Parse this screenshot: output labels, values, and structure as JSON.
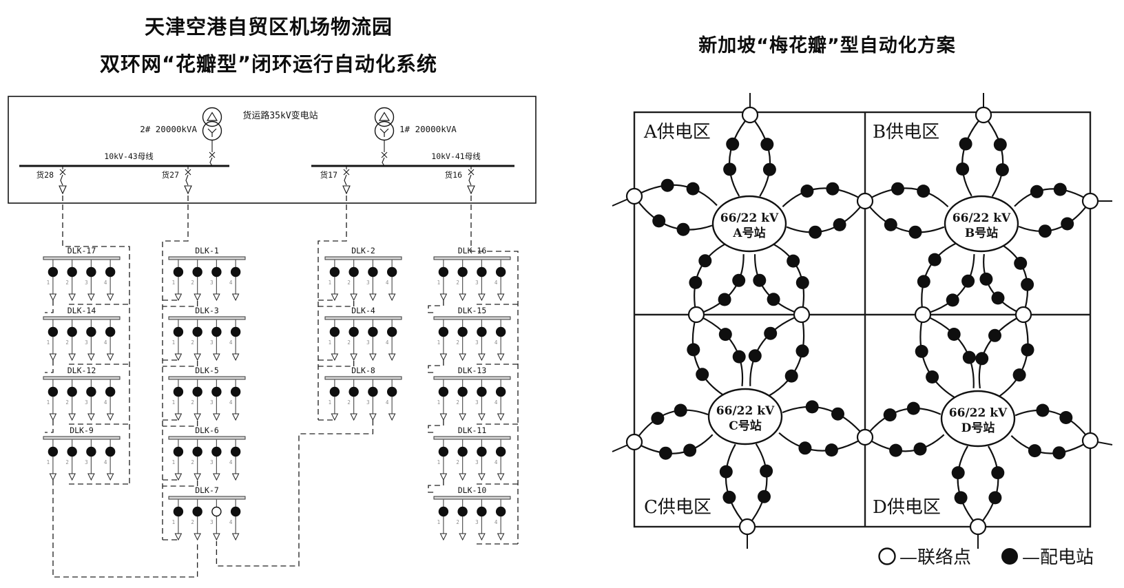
{
  "left_panel": {
    "title_line1": "天津空港自贸区机场物流园",
    "title_line2": "双环网“花瓣型”闭环运行自动化系统",
    "substation": {
      "name": "货运路35kV变电站",
      "transformers": [
        {
          "id": "2#",
          "capacity": "20000kVA"
        },
        {
          "id": "1#",
          "capacity": "20000kVA"
        }
      ],
      "buses": [
        {
          "label": "10kV-43母线"
        },
        {
          "label": "10kV-41母线"
        }
      ],
      "feeders": [
        {
          "label": "货28"
        },
        {
          "label": "货27"
        },
        {
          "label": "货17"
        },
        {
          "label": "货16"
        }
      ]
    },
    "switch_numbers": [
      "1",
      "2",
      "3",
      "4"
    ],
    "dlk_columns": [
      {
        "units": [
          {
            "name": "DLK-17",
            "switches": [
              1,
              1,
              1,
              1
            ]
          },
          {
            "name": "DLK-14",
            "switches": [
              1,
              1,
              1,
              1
            ]
          },
          {
            "name": "DLK-12",
            "switches": [
              1,
              1,
              1,
              1
            ]
          },
          {
            "name": "DLK-9",
            "switches": [
              1,
              1,
              1,
              1
            ]
          }
        ]
      },
      {
        "units": [
          {
            "name": "DLK-1",
            "switches": [
              1,
              1,
              1,
              1
            ]
          },
          {
            "name": "DLK-3",
            "switches": [
              1,
              1,
              1,
              1
            ]
          },
          {
            "name": "DLK-5",
            "switches": [
              1,
              1,
              1,
              1
            ]
          },
          {
            "name": "DLK-6",
            "switches": [
              1,
              1,
              1,
              1
            ]
          },
          {
            "name": "DLK-7",
            "switches": [
              1,
              1,
              0,
              1
            ]
          }
        ]
      },
      {
        "units": [
          {
            "name": "DLK-2",
            "switches": [
              1,
              1,
              1,
              1
            ]
          },
          {
            "name": "DLK-4",
            "switches": [
              1,
              1,
              1,
              1
            ]
          },
          {
            "name": "DLK-8",
            "switches": [
              1,
              1,
              1,
              1
            ]
          }
        ]
      },
      {
        "units": [
          {
            "name": "DLK-16",
            "switches": [
              1,
              1,
              1,
              1
            ]
          },
          {
            "name": "DLK-15",
            "switches": [
              1,
              1,
              1,
              1
            ]
          },
          {
            "name": "DLK-13",
            "switches": [
              1,
              1,
              1,
              1
            ]
          },
          {
            "name": "DLK-11",
            "switches": [
              1,
              1,
              1,
              1
            ]
          },
          {
            "name": "DLK-10",
            "switches": [
              1,
              1,
              1,
              1
            ]
          }
        ]
      }
    ]
  },
  "right_panel": {
    "title": "新加坡“梅花瓣”型自动化方案",
    "zones": [
      {
        "id": "A",
        "label": "A供电区",
        "station_voltage": "66/22 kV",
        "station_name": "A号站"
      },
      {
        "id": "B",
        "label": "B供电区",
        "station_voltage": "66/22 kV",
        "station_name": "B号站"
      },
      {
        "id": "C",
        "label": "C供电区",
        "station_voltage": "66/22 kV",
        "station_name": "C号站"
      },
      {
        "id": "D",
        "label": "D供电区",
        "station_voltage": "66/22 kV",
        "station_name": "D号站"
      }
    ],
    "legend": {
      "dash": "—",
      "items": [
        {
          "type": "tie-point",
          "label": "联络点"
        },
        {
          "type": "distribution-station",
          "label": "配电站"
        }
      ]
    }
  },
  "colors": {
    "ink": "#141414",
    "dash": "#222222",
    "dot": "#0f0f0f",
    "bus_bar_fill": "#d8d8d8"
  }
}
